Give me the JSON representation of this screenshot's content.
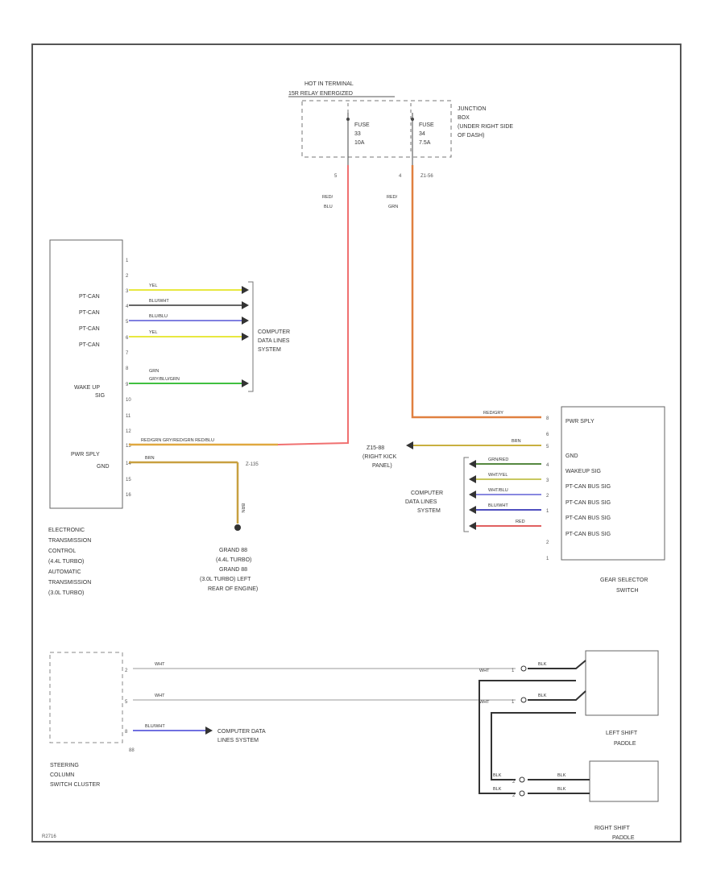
{
  "diagram_code": "R2716",
  "colors": {
    "red": "#f07070",
    "orange": "#e08040",
    "yellow": "#e8e840",
    "green": "#40c040",
    "blue": "#7070e0",
    "brown": "#a08040",
    "black": "#222222",
    "white": "#dddddd",
    "grey": "#999999"
  },
  "power": {
    "hot_line1": "HOT IN TERMINAL",
    "hot_line2": "15R RELAY ENERGIZED",
    "fuse1_a": "FUSE",
    "fuse1_b": "33",
    "fuse1_c": "10A",
    "fuse2_a": "FUSE",
    "fuse2_b": "34",
    "fuse2_c": "7.5A",
    "jb_line1": "JUNCTION",
    "jb_line2": "BOX",
    "jb_line3": "(UNDER RIGHT SIDE",
    "jb_line4": "OF DASH)",
    "pin_fuse1": "5",
    "pin_fuse2": "4",
    "conn_fuse2": "Z1-56",
    "wire1_a": "RED/",
    "wire1_b": "BLU",
    "wire2_a": "RED/",
    "wire2_b": "GRN"
  },
  "etc": {
    "pins": [
      "1",
      "2",
      "3",
      "4",
      "5",
      "6",
      "7",
      "8",
      "9",
      "10",
      "11",
      "12",
      "13",
      "14",
      "15",
      "16"
    ],
    "labels": {
      "pt_can_1": "PT-CAN",
      "pt_can_2": "PT-CAN",
      "pt_can_3": "PT-CAN",
      "pt_can_4": "PT-CAN",
      "wake_up_1": "WAKE UP",
      "wake_up_2": "SIG",
      "pwr_sply": "PWR SPLY",
      "gnd": "GND"
    },
    "wires": {
      "w3": "YEL",
      "w4": "BLU/WHT",
      "w5": "BLU/BLU",
      "w6": "YEL",
      "w9a": "GRN",
      "w9b": "GRY/BLU/GRN",
      "w13": "RED/GRN  GRY/RED/GRN  RED/BLU",
      "w14": "BRN"
    },
    "connector": "Z-135",
    "title_lines": [
      "ELECTRONIC",
      "TRANSMISSION",
      "CONTROL",
      "(4.4L TURBO)",
      "AUTOMATIC",
      "TRANSMISSION",
      "(3.0L TURBO)"
    ]
  },
  "cdl_left": {
    "line1": "COMPUTER",
    "line2": "DATA LINES",
    "line3": "SYSTEM"
  },
  "ground": {
    "wire": "BRN",
    "line1": "GRAND 88",
    "line2": "(4.4L TURBO)",
    "line3": "GRAND 88",
    "line4": "(3.0L TURBO) LEFT",
    "line5": "REAR OF ENGINE)"
  },
  "gss": {
    "pins": [
      "8",
      "6",
      "5",
      "4",
      "3",
      "2",
      "1"
    ],
    "labels": [
      "PWR SPLY",
      "GND",
      "WAKEUP SIG",
      "PT-CAN BUS SIG",
      "PT-CAN BUS SIG",
      "PT-CAN BUS SIG",
      "PT-CAN BUS SIG"
    ],
    "wires": {
      "pwr": "RED/GRY",
      "gnd": "BRN",
      "w1": "GRN/RED",
      "w2": "WHT/YEL",
      "w3": "WHT/BLU",
      "w4": "BLU/WHT",
      "w5": "RED"
    },
    "ground_ref_1": "Z15-88",
    "ground_ref_2": "(RIGHT KICK",
    "ground_ref_3": "PANEL)",
    "title_1": "GEAR SELECTOR",
    "title_2": "SWITCH"
  },
  "cdl_right": {
    "line1": "COMPUTER",
    "line2": "DATA LINES",
    "line3": "SYSTEM"
  },
  "steering": {
    "pins": [
      "2",
      "5",
      "8"
    ],
    "pin_extra": "88",
    "wire1": "WHT",
    "wire2": "WHT",
    "wire3": "BLU/WHT",
    "cdl_1": "COMPUTER DATA",
    "cdl_2": "LINES SYSTEM",
    "title_1": "STEERING",
    "title_2": "COLUMN",
    "title_3": "SWITCH CLUSTER"
  },
  "paddles": {
    "wht_1": "WHT",
    "wht_2": "WHT",
    "pin_a": "1",
    "pin_b": "1",
    "pin_c": "2",
    "pin_d": "2",
    "blk": "BLK",
    "left_1": "LEFT SHIFT",
    "left_2": "PADDLE",
    "right_1": "RIGHT SHIFT",
    "right_2": "PADDLE"
  }
}
